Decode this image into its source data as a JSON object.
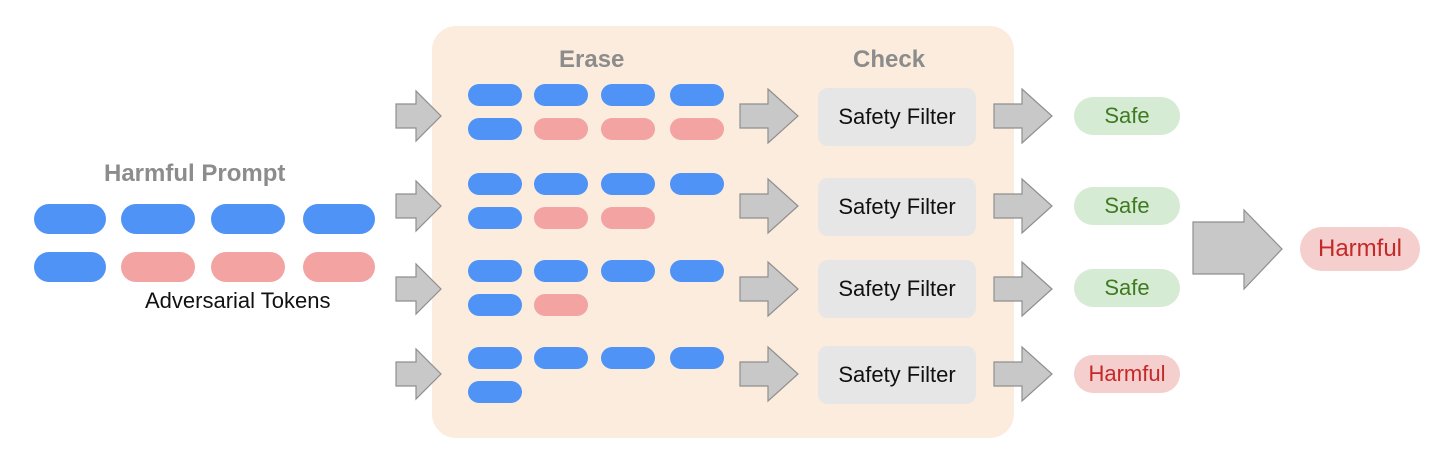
{
  "diagram": {
    "input": {
      "title": "Harmful Prompt",
      "adversarial_label": "Adversarial Tokens"
    },
    "stages": {
      "erase": "Erase",
      "check": "Check"
    },
    "rows": [
      {
        "filter_label": "Safety Filter",
        "result": "Safe"
      },
      {
        "filter_label": "Safety Filter",
        "result": "Safe"
      },
      {
        "filter_label": "Safety Filter",
        "result": "Safe"
      },
      {
        "filter_label": "Safety Filter",
        "result": "Harmful"
      }
    ],
    "final_result": "Harmful",
    "colors": {
      "benign_token": "#4f93f6",
      "adversarial_token": "#f2a3a2",
      "safe_bg": "#d6ebd3",
      "safe_text": "#3f7a20",
      "harmful_bg": "#f4cfcd",
      "harmful_text": "#c52828",
      "panel_bg": "#fbecdd",
      "arrow_fill": "#c8c8c8"
    }
  }
}
